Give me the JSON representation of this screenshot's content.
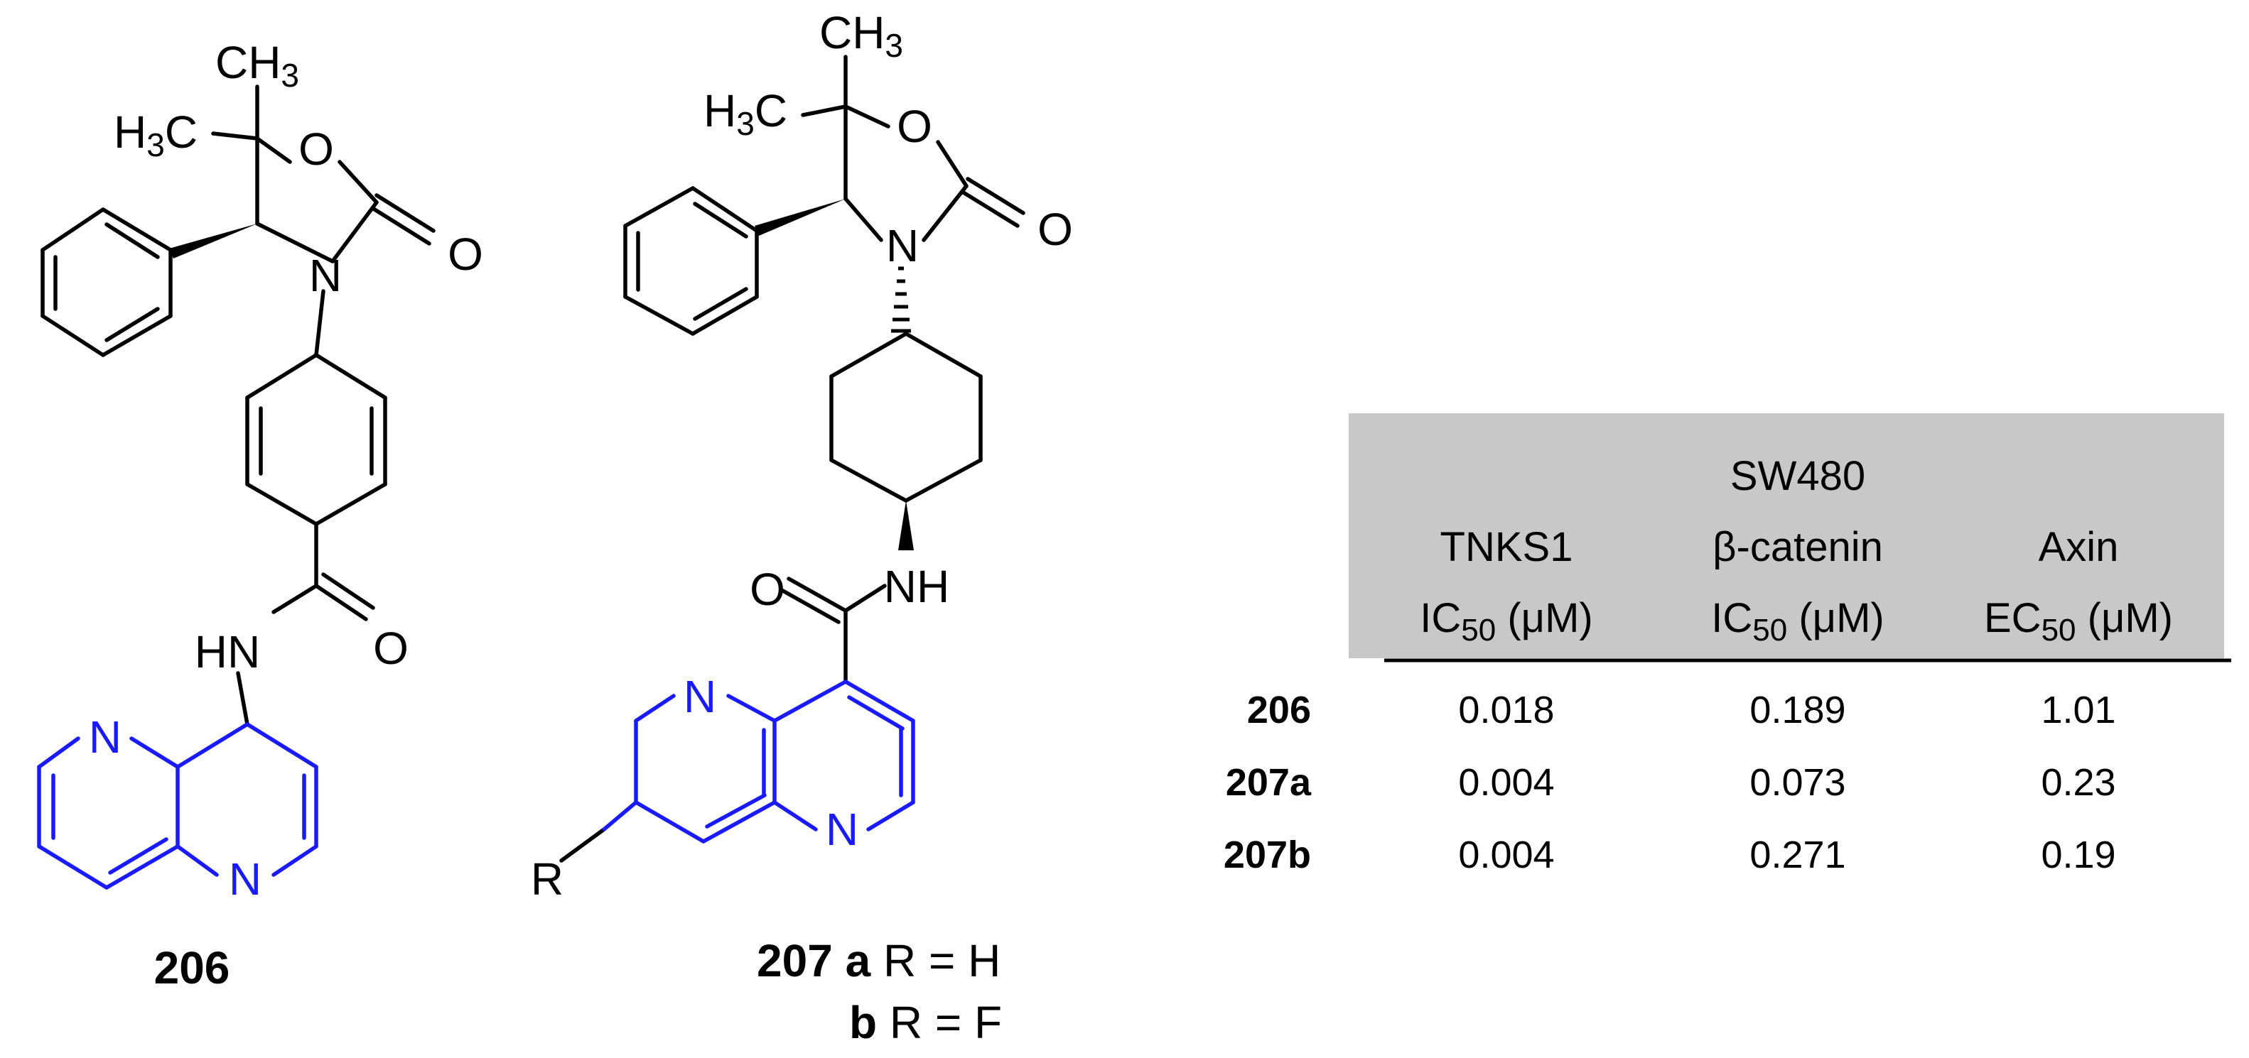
{
  "colors": {
    "ink": "#000000",
    "highlight": "#1a1aff",
    "header_fill": "#c8c8c8"
  },
  "compound_206": {
    "label": "206",
    "atoms": {
      "ch3_top": "CH",
      "ch3_top_sub": "3",
      "h3c_h": "H",
      "h3c_sub": "3",
      "h3c_c": "C",
      "o_ring": "O",
      "o_carbonyl": "O",
      "n_ring": "N",
      "hn": "HN",
      "o_amide": "O",
      "n_naph_top": "N",
      "n_naph_bottom": "N"
    }
  },
  "compound_207": {
    "label": "207",
    "variant_a": "a",
    "variant_a_desc": "R = H",
    "variant_b": "b",
    "variant_b_desc": "R = F",
    "atoms": {
      "ch3_top": "CH",
      "ch3_top_sub": "3",
      "h3c_h": "H",
      "h3c_sub": "3",
      "h3c_c": "C",
      "o_ring": "O",
      "o_carbonyl": "O",
      "n_ring": "N",
      "nh": "NH",
      "o_amide": "O",
      "n_naph_top": "N",
      "n_naph_bottom": "N",
      "r": "R"
    }
  },
  "table": {
    "headers": [
      {
        "line1": "",
        "line2": "TNKS1",
        "line3_main": "IC",
        "line3_sub": "50",
        "line3_unit": " (μM)"
      },
      {
        "line1": "SW480",
        "line2": "β-catenin",
        "line3_main": "IC",
        "line3_sub": "50",
        "line3_unit": " (μM)"
      },
      {
        "line1": "",
        "line2": "Axin",
        "line3_main": "EC",
        "line3_sub": "50",
        "line3_unit": " (μM)"
      }
    ],
    "rows": [
      {
        "id": "206",
        "values": [
          "0.018",
          "0.189",
          "1.01"
        ]
      },
      {
        "id": "207a",
        "values": [
          "0.004",
          "0.073",
          "0.23"
        ]
      },
      {
        "id": "207b",
        "values": [
          "0.004",
          "0.271",
          "0.19"
        ]
      }
    ]
  }
}
